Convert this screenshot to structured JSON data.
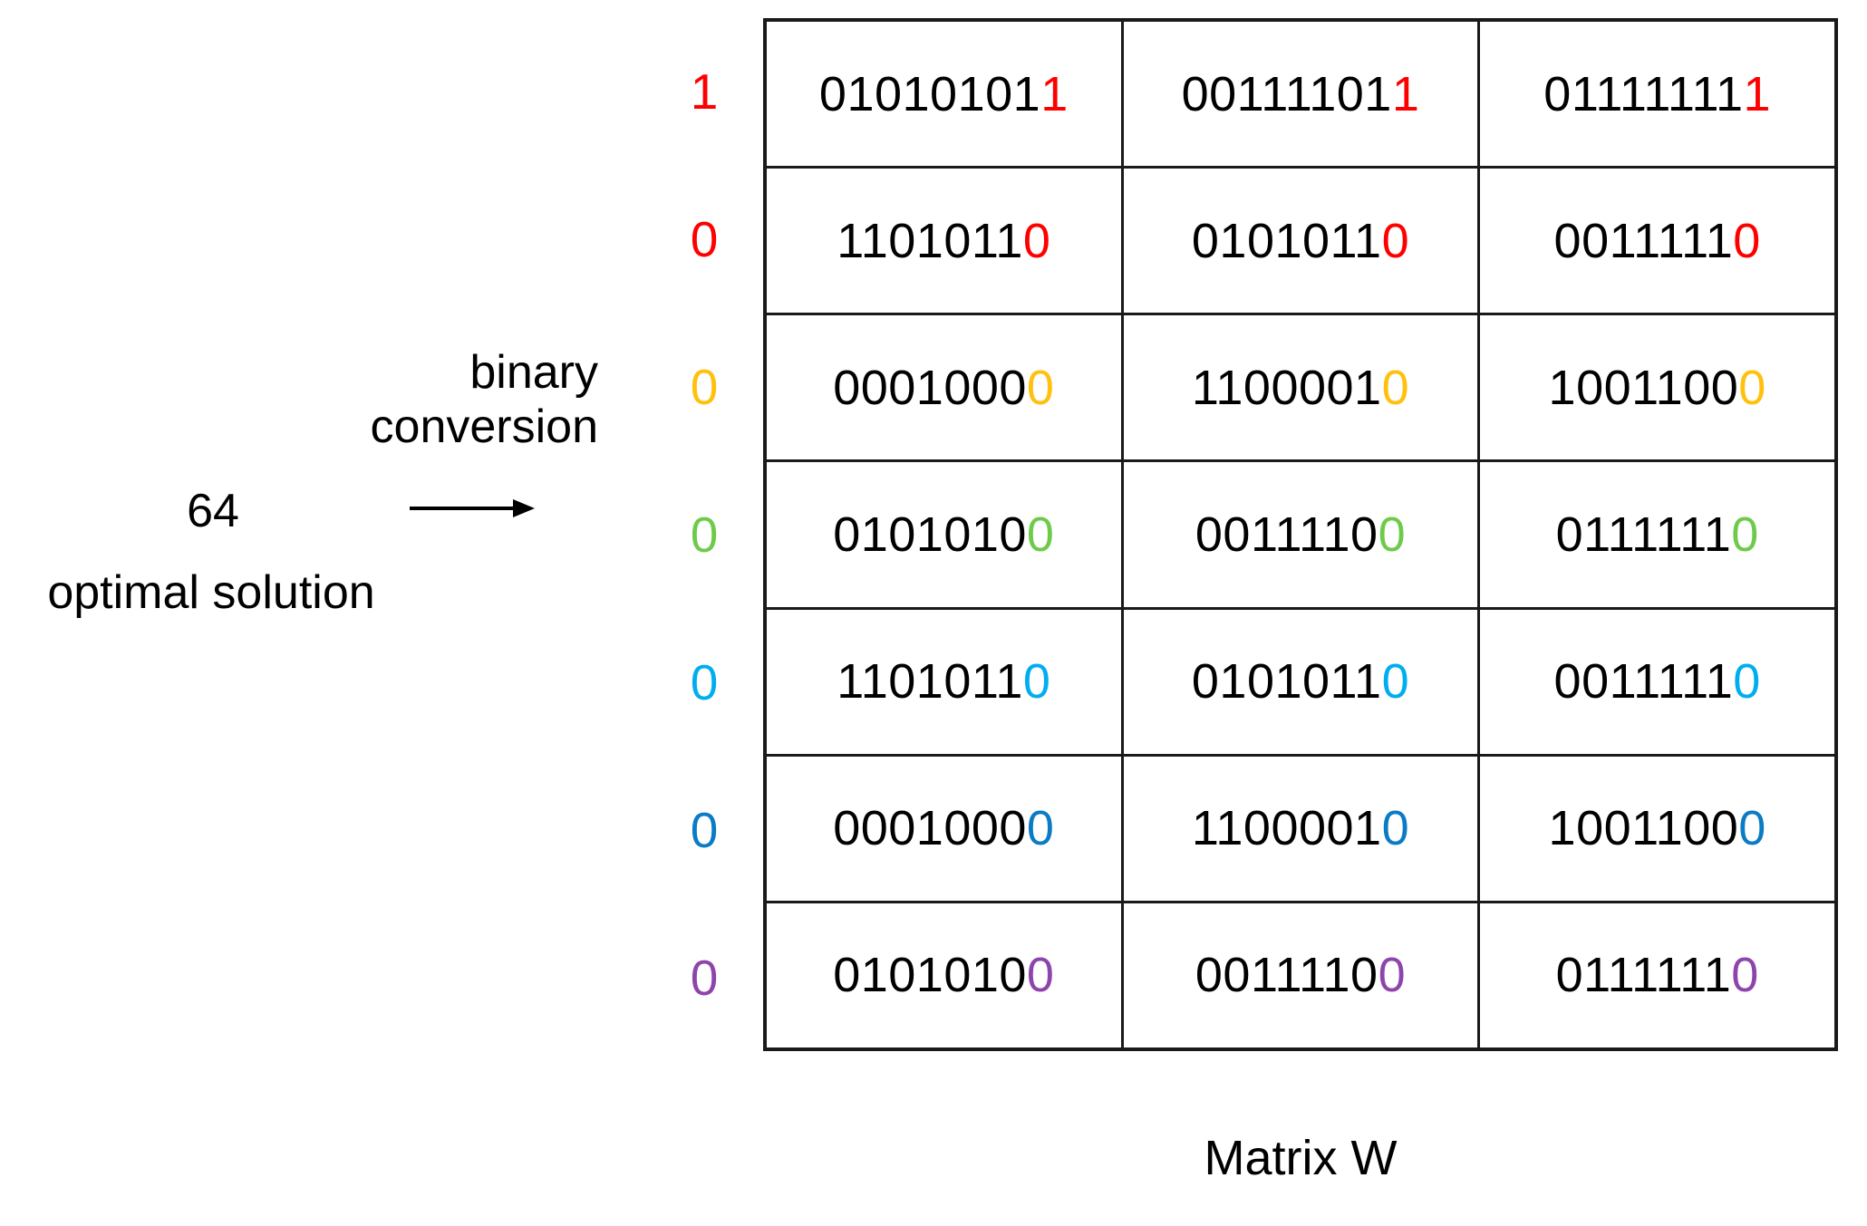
{
  "annotations": {
    "binary_conversion": "binary conversion",
    "value": "64",
    "optimal_solution": "optimal solution",
    "arrow": "right-arrow"
  },
  "caption": "Matrix W",
  "colors": {
    "red": "#FF0000",
    "orange": "#FFC10E",
    "green": "#6ECB4A",
    "cyan": "#00AEEF",
    "blue": "#0A7BC4",
    "purple": "#8E44AD",
    "black": "#000000",
    "border": "#1a1a1a"
  },
  "bit_vector": [
    {
      "value": "1",
      "color": "#FF0000"
    },
    {
      "value": "0",
      "color": "#FF0000"
    },
    {
      "value": "0",
      "color": "#FFC10E"
    },
    {
      "value": "0",
      "color": "#6ECB4A"
    },
    {
      "value": "0",
      "color": "#00AEEF"
    },
    {
      "value": "0",
      "color": "#0A7BC4"
    },
    {
      "value": "0",
      "color": "#8E44AD"
    }
  ],
  "matrix": {
    "rows": 7,
    "cols": 3,
    "cells": [
      [
        {
          "prefix": "01010101",
          "suffix": "1",
          "color": "#FF0000"
        },
        {
          "prefix": "00111101",
          "suffix": "1",
          "color": "#FF0000"
        },
        {
          "prefix": "01111111",
          "suffix": "1",
          "color": "#FF0000"
        }
      ],
      [
        {
          "prefix": "1101011",
          "suffix": "0",
          "color": "#FF0000"
        },
        {
          "prefix": "0101011",
          "suffix": "0",
          "color": "#FF0000"
        },
        {
          "prefix": "0011111",
          "suffix": "0",
          "color": "#FF0000"
        }
      ],
      [
        {
          "prefix": "0001000",
          "suffix": "0",
          "color": "#FFC10E"
        },
        {
          "prefix": "1100001",
          "suffix": "0",
          "color": "#FFC10E"
        },
        {
          "prefix": "1001100",
          "suffix": "0",
          "color": "#FFC10E"
        }
      ],
      [
        {
          "prefix": "0101010",
          "suffix": "0",
          "color": "#6ECB4A"
        },
        {
          "prefix": "0011110",
          "suffix": "0",
          "color": "#6ECB4A"
        },
        {
          "prefix": "0111111",
          "suffix": "0",
          "color": "#6ECB4A"
        }
      ],
      [
        {
          "prefix": "1101011",
          "suffix": "0",
          "color": "#00AEEF"
        },
        {
          "prefix": "0101011",
          "suffix": "0",
          "color": "#00AEEF"
        },
        {
          "prefix": "0011111",
          "suffix": "0",
          "color": "#00AEEF"
        }
      ],
      [
        {
          "prefix": "0001000",
          "suffix": "0",
          "color": "#0A7BC4"
        },
        {
          "prefix": "1100001",
          "suffix": "0",
          "color": "#0A7BC4"
        },
        {
          "prefix": "1001100",
          "suffix": "0",
          "color": "#0A7BC4"
        }
      ],
      [
        {
          "prefix": "0101010",
          "suffix": "0",
          "color": "#8E44AD"
        },
        {
          "prefix": "0011110",
          "suffix": "0",
          "color": "#8E44AD"
        },
        {
          "prefix": "0111111",
          "suffix": "0",
          "color": "#8E44AD"
        }
      ]
    ]
  }
}
